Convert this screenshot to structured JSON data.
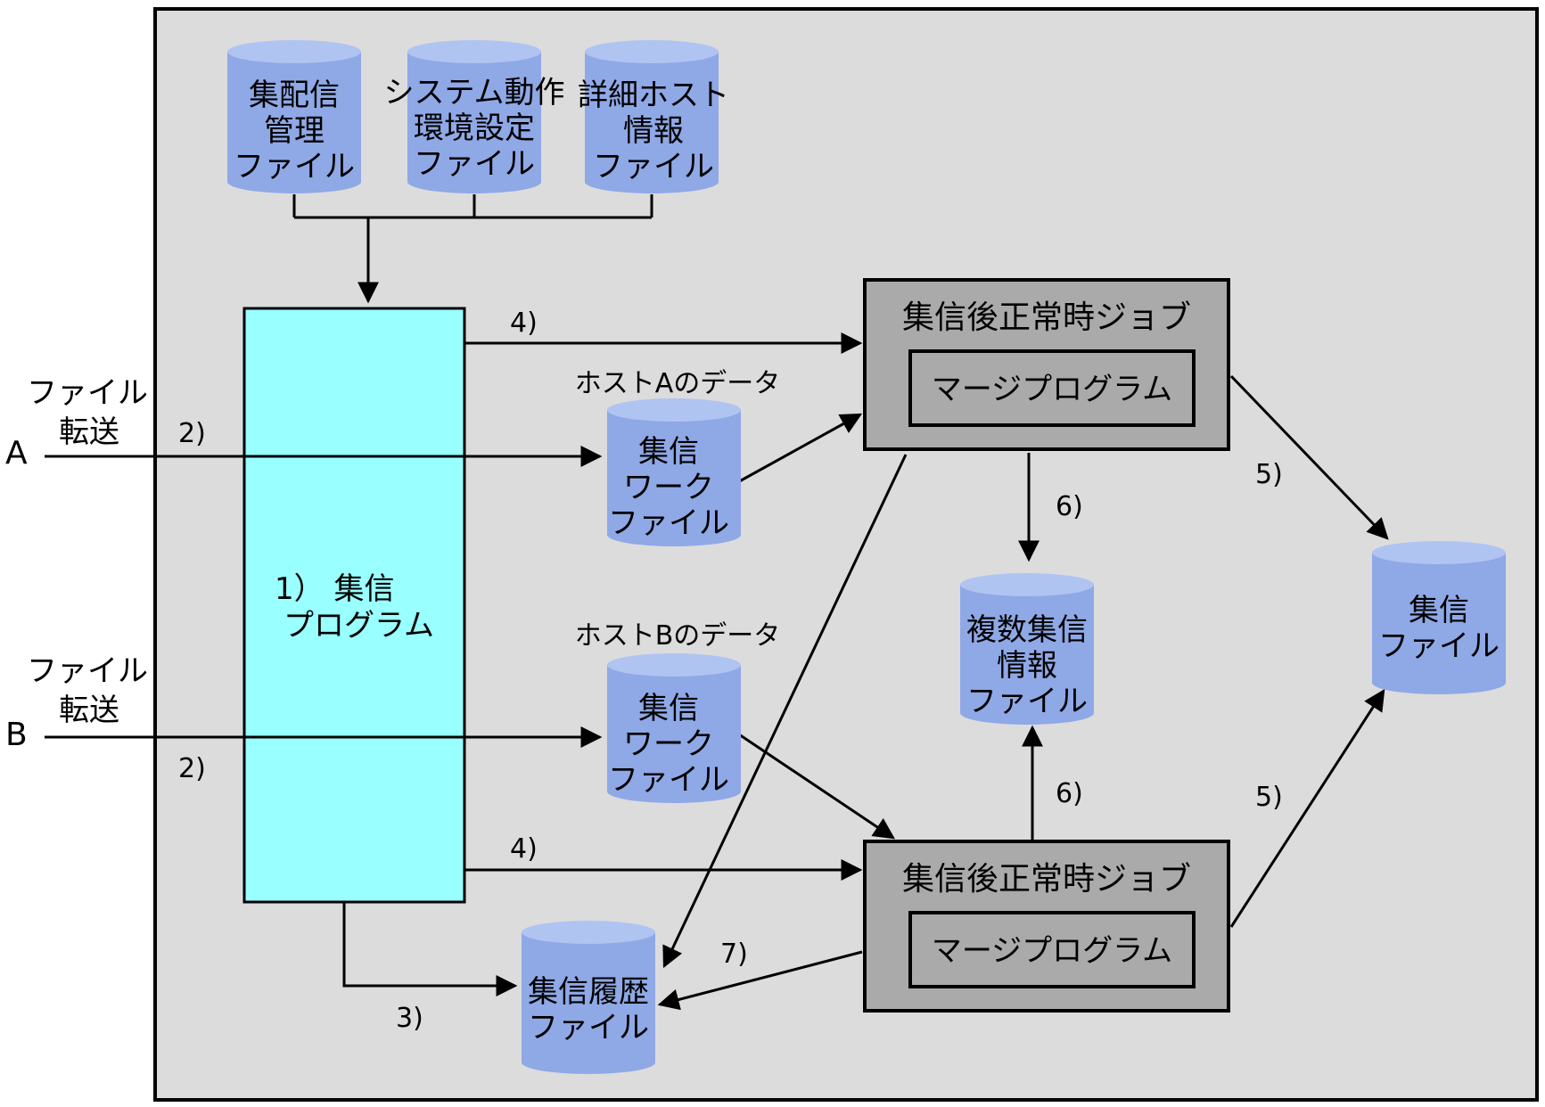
{
  "colors": {
    "frame_bg": "#dcdcdc",
    "cylinder_fill": "#8fa8e6",
    "cylinder_top": "#b0c4f2",
    "program_fill": "#99ffff",
    "job_fill": "#aaaaaa",
    "line": "#000000"
  },
  "files": {
    "admin": [
      "集配信",
      "管理",
      "ファイル"
    ],
    "sysenv": [
      "システム動作",
      "環境設定",
      "ファイル"
    ],
    "host": [
      "詳細ホスト",
      "情報",
      "ファイル"
    ],
    "work_a": [
      "集信",
      "ワーク",
      "ファイル"
    ],
    "work_b": [
      "集信",
      "ワーク",
      "ファイル"
    ],
    "multi": [
      "複数集信",
      "情報",
      "ファイル"
    ],
    "recv": [
      "集信",
      "ファイル"
    ],
    "history": [
      "集信履歴",
      "ファイル"
    ]
  },
  "program": {
    "label_line1": "1） 集信",
    "label_line2": "プログラム"
  },
  "jobs": {
    "top": {
      "title": "集信後正常時ジョブ",
      "inner": "マージプログラム"
    },
    "bottom": {
      "title": "集信後正常時ジョブ",
      "inner": "マージプログラム"
    }
  },
  "inputs": {
    "a": {
      "letter": "A",
      "label_line1": "ファイル",
      "label_line2": "転送"
    },
    "b": {
      "letter": "B",
      "label_line1": "ファイル",
      "label_line2": "転送"
    }
  },
  "data_labels": {
    "host_a": "ホストAのデータ",
    "host_b": "ホストBのデータ"
  },
  "steps": {
    "s2a": "2)",
    "s2b": "2)",
    "s3": "3)",
    "s4a": "4)",
    "s4b": "4)",
    "s5a": "5)",
    "s5b": "5)",
    "s6a": "6)",
    "s6b": "6)",
    "s7": "7)"
  }
}
